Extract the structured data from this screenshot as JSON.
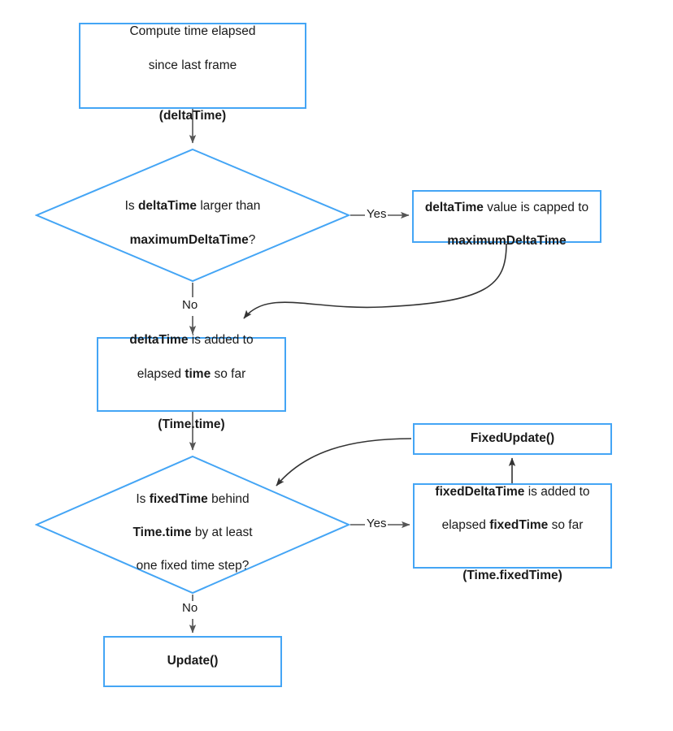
{
  "diagram": {
    "title": "Unity game loop time flow",
    "colors": {
      "node_border": "#44a5f5",
      "node_fill": "#ffffff",
      "edge_stroke": "#555555",
      "curve_stroke": "#333333",
      "text": "#1a1a1a",
      "background": "#ffffff"
    },
    "nodes": [
      {
        "id": "compute-delta-time",
        "type": "process",
        "lines": [
          {
            "text": "Compute time elapsed",
            "bold": false
          },
          {
            "text": "since last frame",
            "bold": false
          },
          {
            "text": "",
            "bold": false
          },
          {
            "text": "(deltaTime)",
            "bold": true
          }
        ],
        "plain": "Compute time elapsed since last frame (deltaTime)"
      },
      {
        "id": "is-delta-larger",
        "type": "decision",
        "plain": "Is deltaTime larger than maximumDeltaTime?"
      },
      {
        "id": "cap-delta-time",
        "type": "process",
        "plain": "deltaTime value is capped to maximumDeltaTime"
      },
      {
        "id": "add-delta-to-time",
        "type": "process",
        "plain": "deltaTime is added to elapsed time so far (Time.time)"
      },
      {
        "id": "is-fixed-behind",
        "type": "decision",
        "plain": "Is fixedTime behind Time.time by at least one fixed time step?"
      },
      {
        "id": "fixed-update",
        "type": "process",
        "plain": "FixedUpdate()"
      },
      {
        "id": "add-fixed-delta",
        "type": "process",
        "plain": "fixedDeltaTime is added to elapsed fixedTime so far (Time.fixedTime)"
      },
      {
        "id": "update",
        "type": "process",
        "plain": "Update()"
      }
    ],
    "edge_labels": {
      "decision1_yes": "Yes",
      "decision1_no": "No",
      "decision2_yes": "Yes",
      "decision2_no": "No"
    },
    "text": {
      "box1_line1": "Compute time elapsed",
      "box1_line2": "since last frame",
      "box1_line3": "(deltaTime)",
      "diamond1_line1_pre": "Is ",
      "diamond1_line1_bold": "deltaTime",
      "diamond1_line1_post": " larger than",
      "diamond1_line2_bold": "maximumDeltaTime",
      "diamond1_line2_post": "?",
      "capbox_line1_bold": "deltaTime",
      "capbox_line1_post": " value is capped to",
      "capbox_line2_bold": "maximumDeltaTime",
      "box2_line1_bold": "deltaTime",
      "box2_line1_post": " is added to",
      "box2_line2_pre": "elapsed ",
      "box2_line2_bold": "time",
      "box2_line2_post": " so far",
      "box2_line3": "(Time.time)",
      "diamond2_line1_pre": "Is ",
      "diamond2_line1_bold": "fixedTime",
      "diamond2_line1_post": " behind",
      "diamond2_line2_bold": "Time.time",
      "diamond2_line2_post": " by at least",
      "diamond2_line3": "one fixed time step?",
      "fixedupdate_label": "FixedUpdate()",
      "fixedbox_line1_bold": "fixedDeltaTime",
      "fixedbox_line1_post": " is added to",
      "fixedbox_line2_pre": "elapsed ",
      "fixedbox_line2_bold": "fixedTime",
      "fixedbox_line2_post": " so far",
      "fixedbox_line3": "(Time.fixedTime)",
      "update_label": "Update()"
    }
  }
}
